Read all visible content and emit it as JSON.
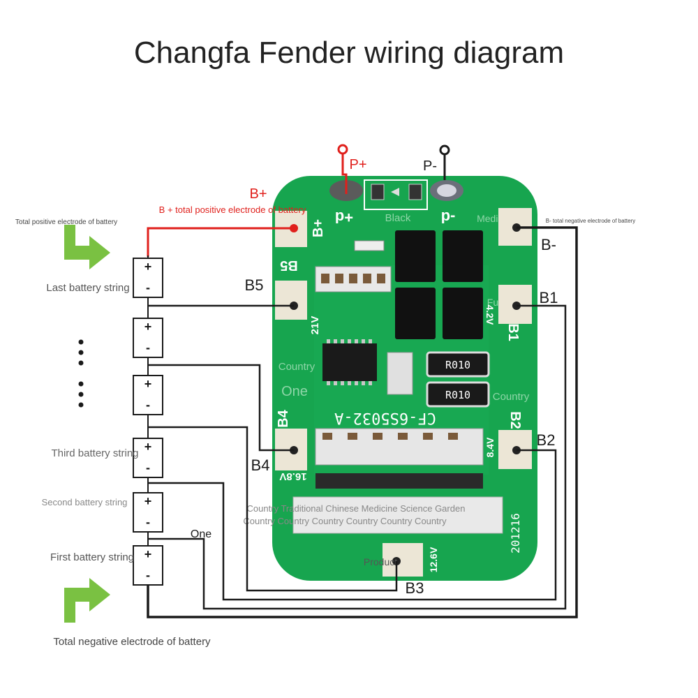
{
  "title": "Changfa Fender wiring diagram",
  "terminals": {
    "p_plus": "P+",
    "p_minus": "P-",
    "b_plus": "B+",
    "b_minus": "B-",
    "b1": "B1",
    "b2": "B2",
    "b3": "B3",
    "b4": "B4",
    "b5": "B5"
  },
  "annotations": {
    "b_plus_desc": "B + total positive electrode of battery",
    "b_minus_desc": "B- total negative electrode of battery",
    "total_positive": "Total positive electrode of battery",
    "total_negative": "Total negative electrode of battery",
    "one_label": "One"
  },
  "battery_strings": {
    "last": "Last battery string",
    "third": "Third battery string",
    "second": "Second battery string",
    "first": "First battery string"
  },
  "cell_signs": {
    "plus": "+",
    "minus": "-"
  },
  "board": {
    "model": "CF-6S5032-A",
    "date": "201216",
    "resistor_1": "R010",
    "resistor_2": "R010",
    "silk_p_plus": "+d",
    "silk_p_minus": "-d",
    "silk_b_plus": "B+",
    "silk_b5": "B5",
    "silk_b4": "B4",
    "silk_b1": "B1",
    "silk_b2": "B2",
    "v_21": "21V",
    "v_42": "4.2V",
    "v_84": "8.4V",
    "v_168": "16.8V",
    "v_126": "12.6V",
    "silk_black": "Black",
    "silk_medium": "Medium",
    "silk_future": "Future",
    "silk_country_1": "Country",
    "silk_country_2": "Country",
    "silk_one": "One",
    "silk_product": "Product",
    "silk_line_1": "Country Traditional Chinese Medicine Science Garden",
    "silk_line_2": "Country Country Country Country Country Country"
  },
  "colors": {
    "board_green": "#17a54f",
    "pad_beige": "#ece6d6",
    "wire_red": "#e0201c",
    "arrow_green": "#7ac142",
    "wire_black": "#1a1a1a"
  }
}
